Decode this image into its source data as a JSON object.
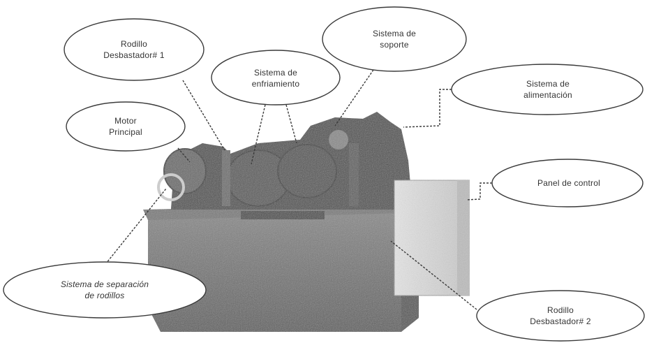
{
  "callouts": {
    "rodillo1": {
      "line1": "Rodillo",
      "line2": "Desbastador# 1"
    },
    "enfriamiento": {
      "line1": "Sistema de",
      "line2": "enfriamiento"
    },
    "soporte": {
      "line1": "Sistema de",
      "line2": "soporte"
    },
    "alimentacion": {
      "line1": "Sistema de",
      "line2": "alimentación"
    },
    "motor": {
      "line1": "Motor",
      "line2": "Principal"
    },
    "panel": {
      "line1": "Panel de control"
    },
    "separacion": {
      "line1": "Sistema de separación",
      "line2": "de rodillos"
    },
    "rodillo2": {
      "line1": "Rodillo",
      "line2": "Desbastador# 2"
    }
  },
  "colors": {
    "outline": "#3a3a3a",
    "machine_dark": "#4a4a4a",
    "machine_mid": "#6b6b6b",
    "machine_light": "#9a9a9a",
    "panel_box": "#dcdcdc"
  }
}
